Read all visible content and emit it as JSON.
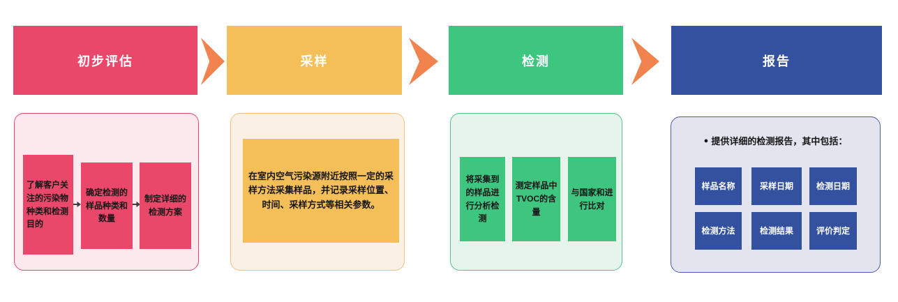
{
  "diagram": {
    "type": "process-flow",
    "connector_color": "#F1834F",
    "step_arrow_color": "#3D3D3D",
    "stages": [
      {
        "title": "初步评估",
        "accent_color": "#E9486B",
        "panel_bg": "#FBE9EE",
        "panel_border": "#E9486B",
        "steps": [
          "了解客户关注的污染物种类和检测目的",
          "确定检测的样品种类和数量",
          "制定详细的检测方案"
        ]
      },
      {
        "title": "采样",
        "accent_color": "#F4BF58",
        "panel_bg": "#FAF0E6",
        "panel_border": "#F2C377",
        "description": "在室内空气污染源附近按照一定的采样方法采集样品，并记录采样位置、时间、采样方式等相关参数。"
      },
      {
        "title": "检测",
        "accent_color": "#3EC580",
        "panel_bg": "#E6F4EB",
        "panel_border": "#4FC688",
        "steps": [
          "将采集到的样品进行分析检测",
          "测定样品中TVOC的含量",
          "与国家和进行比对"
        ]
      },
      {
        "title": "报告",
        "accent_color": "#33519E",
        "panel_bg": "#E3E4EE",
        "panel_border": "#4A5CA8",
        "bullet": "●",
        "intro": "提供详细的检测报告，其中包括：",
        "report_items": [
          "样品名称",
          "采样日期",
          "检测日期",
          "检测方法",
          "检测结果",
          "评价判定"
        ]
      }
    ]
  }
}
